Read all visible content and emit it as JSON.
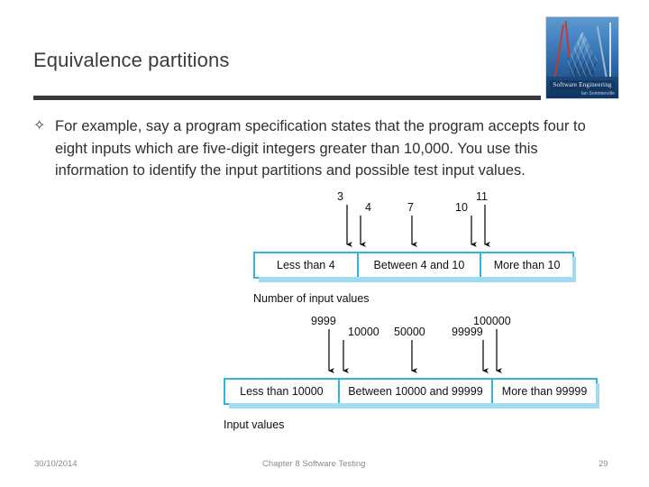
{
  "slide": {
    "title": "Equivalence partitions",
    "bullet_glyph": "✧",
    "body_text": "For example, say a program specification states that the program accepts four to eight inputs which are five-digit integers greater than 10,000. You use this information to identify the input partitions and possible test input values.",
    "accent_color": "#35b3dd",
    "accent_shadow_color": "#9fdcf2",
    "title_color": "#3b3b3b"
  },
  "book_thumbnail": {
    "cover_title": "Software Engineering",
    "cover_subtitle": "Ian Sommerville"
  },
  "figure": {
    "count_partition": {
      "caption": "Number of input values",
      "markers": [
        "3",
        "4",
        "7",
        "10",
        "11"
      ],
      "cells": [
        "Less than 4",
        "Between 4 and 10",
        "More than 10"
      ]
    },
    "value_partition": {
      "caption": "Input values",
      "markers": [
        "9999",
        "10000",
        "50000",
        "99999",
        "100000"
      ],
      "cells": [
        "Less than 10000",
        "Between 10000 and 99999",
        "More than 99999"
      ]
    }
  },
  "footer": {
    "date": "30/10/2014",
    "center": "Chapter 8 Software Testing",
    "page": "29"
  }
}
